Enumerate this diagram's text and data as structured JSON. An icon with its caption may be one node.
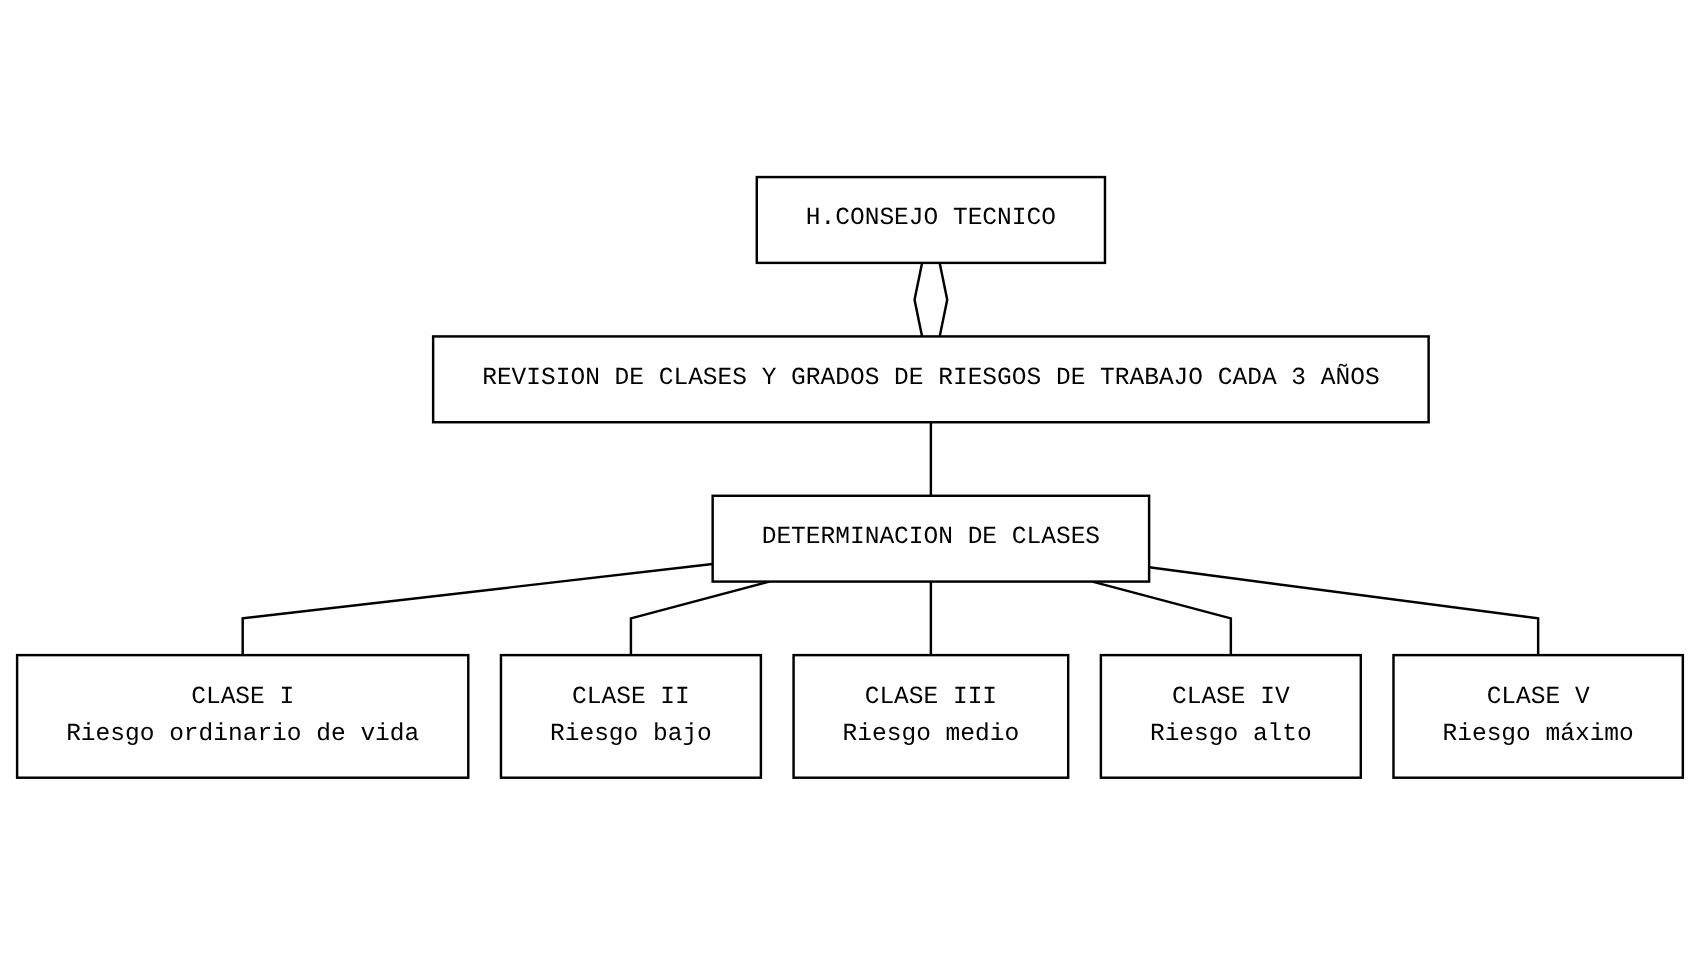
{
  "diagram": {
    "nodes": [
      {
        "text": [
          "H.CONSEJO TECNICO"
        ]
      },
      {
        "text": [
          "REVISION DE CLASES Y GRADOS DE RIESGOS DE TRABAJO CADA 3 AÑOS"
        ]
      },
      {
        "text": [
          "DETERMINACION DE CLASES"
        ]
      },
      {
        "text": [
          "CLASE I",
          "Riesgo ordinario de vida"
        ]
      },
      {
        "text": [
          "CLASE II",
          "Riesgo bajo"
        ]
      },
      {
        "text": [
          "CLASE III",
          "Riesgo medio"
        ]
      },
      {
        "text": [
          "CLASE IV",
          "Riesgo alto"
        ]
      },
      {
        "text": [
          "CLASE V",
          "Riesgo máximo"
        ]
      }
    ],
    "edges": [
      {
        "from": 0,
        "to": 1,
        "arrow": "none"
      },
      {
        "from": 0,
        "to": 1,
        "arrow": "none"
      },
      {
        "from": 1,
        "to": 2,
        "arrow": "none"
      },
      {
        "from": 2,
        "to": 3,
        "arrow": "none"
      },
      {
        "from": 2,
        "to": 4,
        "arrow": "none"
      },
      {
        "from": 2,
        "to": 5,
        "arrow": "none"
      },
      {
        "from": 2,
        "to": 6,
        "arrow": "none"
      },
      {
        "from": 2,
        "to": 7,
        "arrow": "none"
      }
    ]
  }
}
